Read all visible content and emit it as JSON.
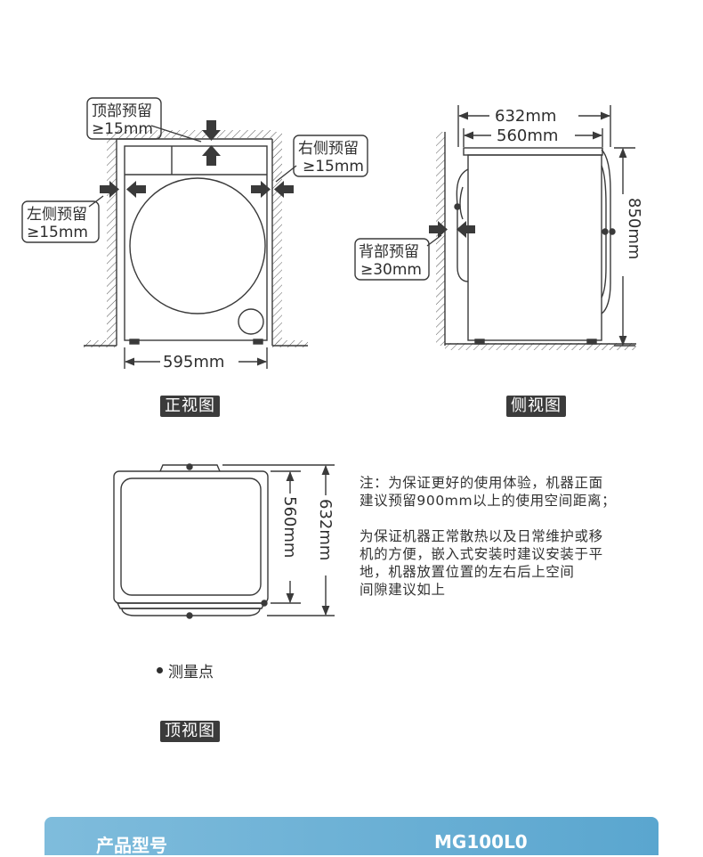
{
  "front_view": {
    "top_label_1": "顶部预留",
    "top_label_2": "≥15mm",
    "left_label_1": "左侧预留",
    "left_label_2": "≥15mm",
    "right_label_1": "右侧预留",
    "right_label_2": "≥15mm",
    "width_dim": "595mm",
    "caption": "正视图"
  },
  "side_view": {
    "depth_outer_dim": "632mm",
    "depth_inner_dim": "560mm",
    "height_dim": "850mm",
    "back_label_1": "背部预留",
    "back_label_2": "≥30mm",
    "caption": "侧视图"
  },
  "top_view": {
    "dim_inner": "560mm",
    "dim_outer": "632mm",
    "caption": "顶视图"
  },
  "notes": {
    "line_1": "注：为保证更好的使用体验，机器正面",
    "line_2": "建议预留900mm以上的使用空间距离；",
    "line_3": "为保证机器正常散热以及日常维护或移",
    "line_4": "机的方便，嵌入式安装时建议安装于平",
    "line_5": "地，机器放置位置的左右后上空间",
    "line_6": "间隙建议如上"
  },
  "legend": {
    "label": "测量点"
  },
  "spec": {
    "key": "产品型号",
    "value": "MG100L0"
  },
  "colors": {
    "line": "#3a3a3a",
    "tag_bg": "#3b3b3b",
    "spec_bar": "#6ab0d6"
  }
}
